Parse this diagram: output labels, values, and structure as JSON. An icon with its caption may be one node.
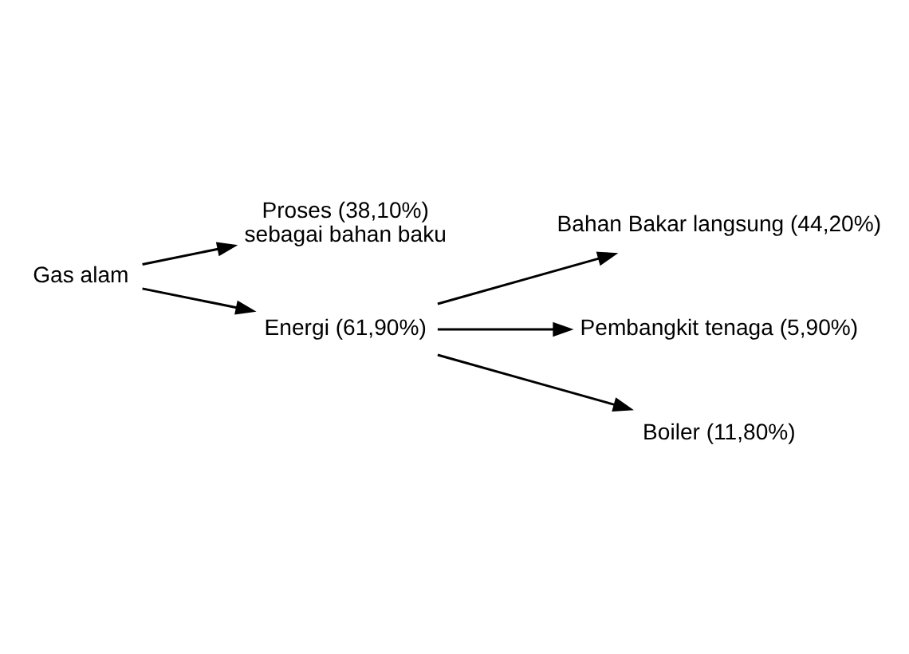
{
  "diagram": {
    "nodes": [
      {
        "text": [
          "Gas alam"
        ]
      },
      {
        "text": [
          "Proses (38,10%)",
          "sebagai bahan baku"
        ]
      },
      {
        "text": [
          "Energi (61,90%)"
        ]
      },
      {
        "text": [
          "Bahan Bakar langsung (44,20%)"
        ]
      },
      {
        "text": [
          "Pembangkit tenaga (5,90%)"
        ]
      },
      {
        "text": [
          "Boiler (11,80%)"
        ]
      }
    ],
    "edges": [
      {
        "from": 0,
        "to": 1,
        "arrow": "to"
      },
      {
        "from": 0,
        "to": 2,
        "arrow": "to"
      },
      {
        "from": 2,
        "to": 3,
        "arrow": "to"
      },
      {
        "from": 2,
        "to": 4,
        "arrow": "to"
      },
      {
        "from": 2,
        "to": 5,
        "arrow": "to"
      }
    ]
  }
}
